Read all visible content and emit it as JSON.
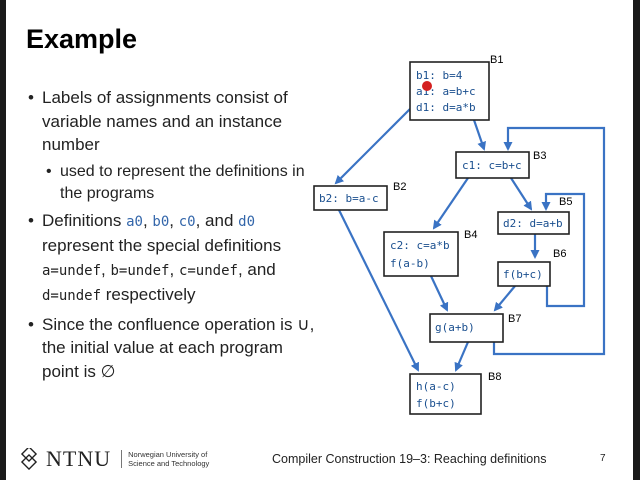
{
  "slide": {
    "title": "Example",
    "bullets": {
      "b1": "Labels of assignments consist of variable names and an instance number",
      "b1_sub": "used to represent the definitions in the programs",
      "b2_text1": "Definitions ",
      "b2_a0": "a0",
      "b2_sep1": ", ",
      "b2_b0": "b0",
      "b2_sep2": ", ",
      "b2_c0": "c0",
      "b2_and": ", and ",
      "b2_d0": "d0",
      "b2_text2": " represent the special definitions ",
      "b2_a": "a=undef",
      "b2_sep3": ", ",
      "b2_b": "b=undef",
      "b2_sep4": ", ",
      "b2_c": "c=undef",
      "b2_sep5": ", and ",
      "b2_d": "d=undef",
      "b2_text3": " respectively",
      "b3_text1": "Since the confluence operation is ",
      "b3_union": "∪",
      "b3_text2": ", the initial value at each program point is ",
      "b3_empty": "∅"
    }
  },
  "diagram": {
    "blocks": {
      "B1": {
        "label": "B1",
        "lines": [
          "b1: b=4",
          "a1: a=b+c",
          "d1: d=a*b"
        ]
      },
      "B2": {
        "label": "B2",
        "lines": [
          "b2: b=a-c"
        ]
      },
      "B3": {
        "label": "B3",
        "lines": [
          "c1: c=b+c"
        ]
      },
      "B4": {
        "label": "B4",
        "lines": [
          "c2: c=a*b",
          "f(a-b)"
        ]
      },
      "B5": {
        "label": "B5",
        "lines": [
          "d2: d=a+b"
        ]
      },
      "B6": {
        "label": "B6",
        "lines": [
          "f(b+c)"
        ]
      },
      "B7": {
        "label": "B7",
        "lines": [
          "g(a+b)"
        ]
      },
      "B8": {
        "label": "B8",
        "lines": [
          "h(a-c)",
          "f(b+c)"
        ]
      }
    },
    "edge_color": "#3a73c4",
    "pointer_color": "#d42020"
  },
  "footer": {
    "logo": "NTNU",
    "logo_sub_1": "Norwegian University of",
    "logo_sub_2": "Science and Technology",
    "course": "Compiler Construction 19–3: Reaching definitions",
    "page": "7"
  }
}
